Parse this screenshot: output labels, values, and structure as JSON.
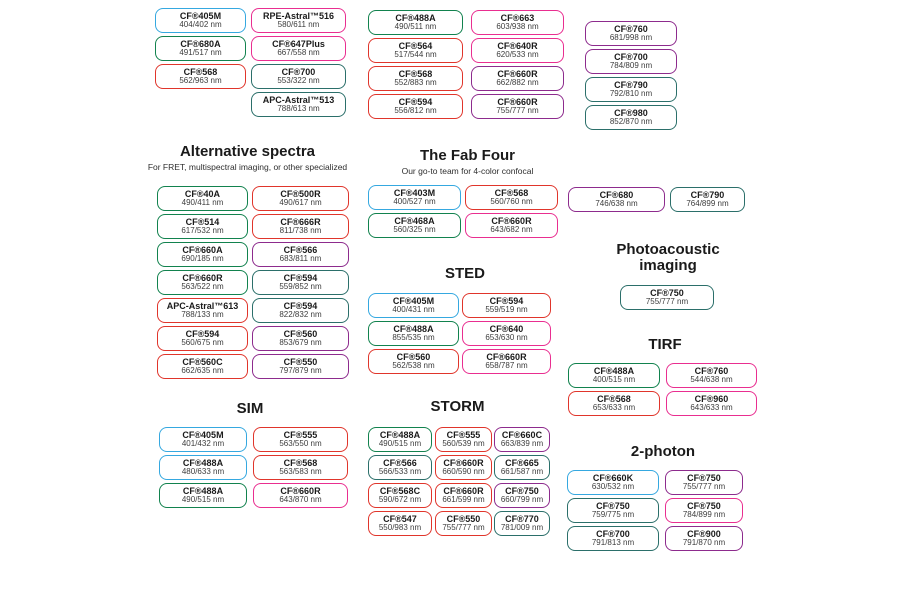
{
  "palette": {
    "blue": "#35a8e0",
    "green": "#12824e",
    "teal": "#2b6f6a",
    "red": "#e0352b",
    "pink": "#e92e90",
    "purple": "#8d2b8d"
  },
  "top": {
    "col1": [
      {
        "name": "CF®405M",
        "ex": "404/402 nm",
        "color": "blue"
      },
      {
        "name": "CF®680A",
        "ex": "491/517 nm",
        "color": "green"
      },
      {
        "name": "CF®568",
        "ex": "562/963 nm",
        "color": "red"
      }
    ],
    "col2": [
      {
        "name": "RPE-Astral™516",
        "ex": "580/611 nm",
        "color": "pink"
      },
      {
        "name": "CF®647Plus",
        "ex": "667/558 nm",
        "color": "pink"
      },
      {
        "name": "CF®700",
        "ex": "553/322 nm",
        "color": "teal"
      },
      {
        "name": "APC-Astral™513",
        "ex": "788/613 nm",
        "color": "teal"
      }
    ],
    "col3": [
      {
        "name": "CF®488A",
        "ex": "490/511 nm",
        "color": "green"
      },
      {
        "name": "CF®564",
        "ex": "517/544 nm",
        "color": "red"
      },
      {
        "name": "CF®568",
        "ex": "552/883 nm",
        "color": "red"
      },
      {
        "name": "CF®594",
        "ex": "556/812 nm",
        "color": "red"
      }
    ],
    "col4": [
      {
        "name": "CF®663",
        "ex": "603/938 nm",
        "color": "pink"
      },
      {
        "name": "CF®640R",
        "ex": "620/533 nm",
        "color": "pink"
      },
      {
        "name": "CF®660R",
        "ex": "662/882 nm",
        "color": "purple"
      },
      {
        "name": "CF®660R",
        "ex": "755/777 nm",
        "color": "purple"
      }
    ],
    "col5": [
      {
        "name": "CF®760",
        "ex": "681/998 nm",
        "color": "purple"
      },
      {
        "name": "CF®700",
        "ex": "784/809 nm",
        "color": "purple"
      },
      {
        "name": "CF®790",
        "ex": "792/810 nm",
        "color": "teal"
      },
      {
        "name": "CF®980",
        "ex": "852/870 nm",
        "color": "teal"
      }
    ]
  },
  "alt": {
    "title": "Alternative spectra",
    "subtitle": "For FRET, multispectral imaging, or other specialized",
    "col1": [
      {
        "name": "CF®40A",
        "ex": "490/411 nm",
        "color": "green"
      },
      {
        "name": "CF®514",
        "ex": "617/532 nm",
        "color": "green"
      },
      {
        "name": "CF®660A",
        "ex": "690/185 nm",
        "color": "green"
      },
      {
        "name": "CF®660R",
        "ex": "563/522 nm",
        "color": "green"
      },
      {
        "name": "APC-Astral™613",
        "ex": "788/133 nm",
        "color": "red"
      },
      {
        "name": "CF®594",
        "ex": "560/675 nm",
        "color": "red"
      },
      {
        "name": "CF®560C",
        "ex": "662/635 nm",
        "color": "red"
      }
    ],
    "col2": [
      {
        "name": "CF®500R",
        "ex": "490/617 nm",
        "color": "red"
      },
      {
        "name": "CF®666R",
        "ex": "811/738 nm",
        "color": "red"
      },
      {
        "name": "CF®566",
        "ex": "683/811 nm",
        "color": "purple"
      },
      {
        "name": "CF®594",
        "ex": "559/852 nm",
        "color": "teal"
      },
      {
        "name": "CF®594",
        "ex": "822/832 nm",
        "color": "teal"
      },
      {
        "name": "CF®560",
        "ex": "853/679 nm",
        "color": "purple"
      },
      {
        "name": "CF®550",
        "ex": "797/879 nm",
        "color": "purple"
      }
    ]
  },
  "fab": {
    "title": "The Fab Four",
    "subtitle": "Our go-to team for 4-color confocal",
    "col1": [
      {
        "name": "CF®403M",
        "ex": "400/527 nm",
        "color": "blue"
      },
      {
        "name": "CF®468A",
        "ex": "560/325 nm",
        "color": "green"
      }
    ],
    "col2": [
      {
        "name": "CF®568",
        "ex": "560/760 nm",
        "color": "red"
      },
      {
        "name": "CF®660R",
        "ex": "643/682 nm",
        "color": "pink"
      }
    ]
  },
  "sted": {
    "title": "STED",
    "col1": [
      {
        "name": "CF®405M",
        "ex": "400/431 nm",
        "color": "blue"
      },
      {
        "name": "CF®488A",
        "ex": "855/535 nm",
        "color": "green"
      },
      {
        "name": "CF®560",
        "ex": "562/538 nm",
        "color": "red"
      }
    ],
    "col2": [
      {
        "name": "CF®594",
        "ex": "559/519 nm",
        "color": "red"
      },
      {
        "name": "CF®640",
        "ex": "653/630 nm",
        "color": "pink"
      },
      {
        "name": "CF®660R",
        "ex": "658/787 nm",
        "color": "pink"
      }
    ]
  },
  "sim": {
    "title": "SIM",
    "col1": [
      {
        "name": "CF®405M",
        "ex": "401/432 nm",
        "color": "blue"
      },
      {
        "name": "CF®488A",
        "ex": "480/633 nm",
        "color": "blue"
      },
      {
        "name": "CF®488A",
        "ex": "490/515 nm",
        "color": "green"
      }
    ],
    "col2": [
      {
        "name": "CF®555",
        "ex": "563/550 nm",
        "color": "red"
      },
      {
        "name": "CF®568",
        "ex": "563/583 nm",
        "color": "red"
      },
      {
        "name": "CF®660R",
        "ex": "643/870 nm",
        "color": "pink"
      }
    ]
  },
  "storm": {
    "title": "STORM",
    "col1": [
      {
        "name": "CF®488A",
        "ex": "490/515 nm",
        "color": "green"
      },
      {
        "name": "CF®566",
        "ex": "566/533 nm",
        "color": "teal"
      },
      {
        "name": "CF®568C",
        "ex": "590/672 nm",
        "color": "red"
      },
      {
        "name": "CF®547",
        "ex": "550/983 nm",
        "color": "red"
      }
    ],
    "col2": [
      {
        "name": "CF®555",
        "ex": "560/539 nm",
        "color": "red"
      },
      {
        "name": "CF®660R",
        "ex": "660/590 nm",
        "color": "red"
      },
      {
        "name": "CF®660R",
        "ex": "661/599 nm",
        "color": "red"
      },
      {
        "name": "CF®550",
        "ex": "755/777 nm",
        "color": "red"
      }
    ],
    "col3": [
      {
        "name": "CF®660C",
        "ex": "663/839 nm",
        "color": "purple"
      },
      {
        "name": "CF®665",
        "ex": "661/587 nm",
        "color": "teal"
      },
      {
        "name": "CF®750",
        "ex": "660/799 nm",
        "color": "purple"
      },
      {
        "name": "CF®770",
        "ex": "781/009 nm",
        "color": "teal"
      }
    ]
  },
  "right_pair": {
    "col1": [
      {
        "name": "CF®680",
        "ex": "746/638 nm",
        "color": "purple"
      }
    ],
    "col2": [
      {
        "name": "CF®790",
        "ex": "764/899 nm",
        "color": "teal"
      }
    ]
  },
  "photoacoustic": {
    "title_line1": "Photoacoustic",
    "title_line2": "imaging",
    "col1": [
      {
        "name": "CF®750",
        "ex": "755/777 nm",
        "color": "teal"
      }
    ]
  },
  "tirf": {
    "title": "TIRF",
    "col1": [
      {
        "name": "CF®488A",
        "ex": "400/515 nm",
        "color": "green"
      },
      {
        "name": "CF®568",
        "ex": "653/633 nm",
        "color": "red"
      }
    ],
    "col2": [
      {
        "name": "CF®760",
        "ex": "544/638 nm",
        "color": "pink"
      },
      {
        "name": "CF®960",
        "ex": "643/633 nm",
        "color": "pink"
      }
    ]
  },
  "two_photon": {
    "title": "2-photon",
    "col1": [
      {
        "name": "CF®660K",
        "ex": "630/532 nm",
        "color": "blue"
      },
      {
        "name": "CF®750",
        "ex": "759/775 nm",
        "color": "teal"
      },
      {
        "name": "CF®700",
        "ex": "791/813 nm",
        "color": "teal"
      }
    ],
    "col2": [
      {
        "name": "CF®750",
        "ex": "755/777 nm",
        "color": "purple"
      },
      {
        "name": "CF®750",
        "ex": "784/899 nm",
        "color": "pink"
      },
      {
        "name": "CF®900",
        "ex": "791/870 nm",
        "color": "purple"
      }
    ]
  }
}
